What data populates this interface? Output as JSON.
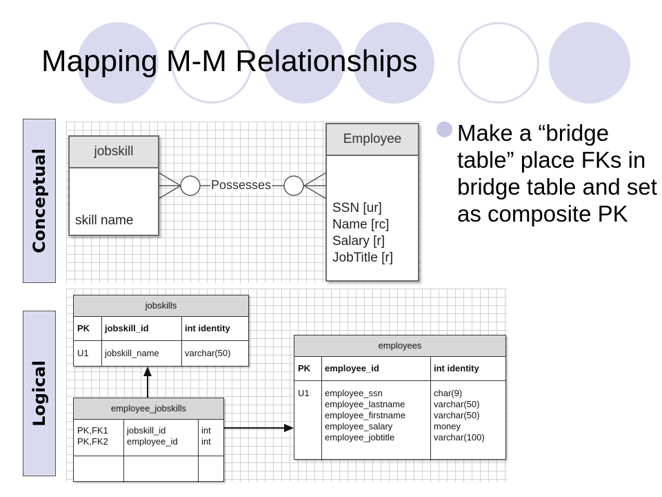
{
  "slide": {
    "title": "Mapping M-M Relationships",
    "bullet": "Make a “bridge table” place FKs in bridge table and set as composite PK",
    "colors": {
      "accent": "#d9d9ef",
      "sidebar": "#d9d9ef"
    }
  },
  "sidebar": {
    "conceptual": "Conceptual",
    "logical": "Logical"
  },
  "conceptual": {
    "jobskill": {
      "name": "jobskill",
      "attributes": [
        "skill name"
      ]
    },
    "relationship": "Possesses",
    "employee": {
      "name": "Employee",
      "attributes": [
        "SSN [ur]",
        "Name [rc]",
        "Salary [r]",
        "JobTitle [r]"
      ]
    }
  },
  "logical": {
    "jobskills": {
      "name": "jobskills",
      "key_row": {
        "key": "PK",
        "col": "jobskill_id",
        "type": "int identity"
      },
      "body_row": {
        "key": "U1",
        "col": "jobskill_name",
        "type": "varchar(50)"
      }
    },
    "employee_jobskills": {
      "name": "employee_jobskills",
      "key_row": {
        "key": "PK,FK1\nPK,FK2",
        "col": "jobskill_id\nemployee_id",
        "type": "int\nint"
      }
    },
    "employees": {
      "name": "employees",
      "key_row": {
        "key": "PK",
        "col": "employee_id",
        "type": "int identity"
      },
      "body_row": {
        "key": "U1",
        "col": "employee_ssn\nemployee_lastname\nemployee_firstname\nemployee_salary\nemployee_jobtitle",
        "type": "char(9)\nvarchar(50)\nvarchar(50)\nmoney\nvarchar(100)"
      }
    }
  }
}
